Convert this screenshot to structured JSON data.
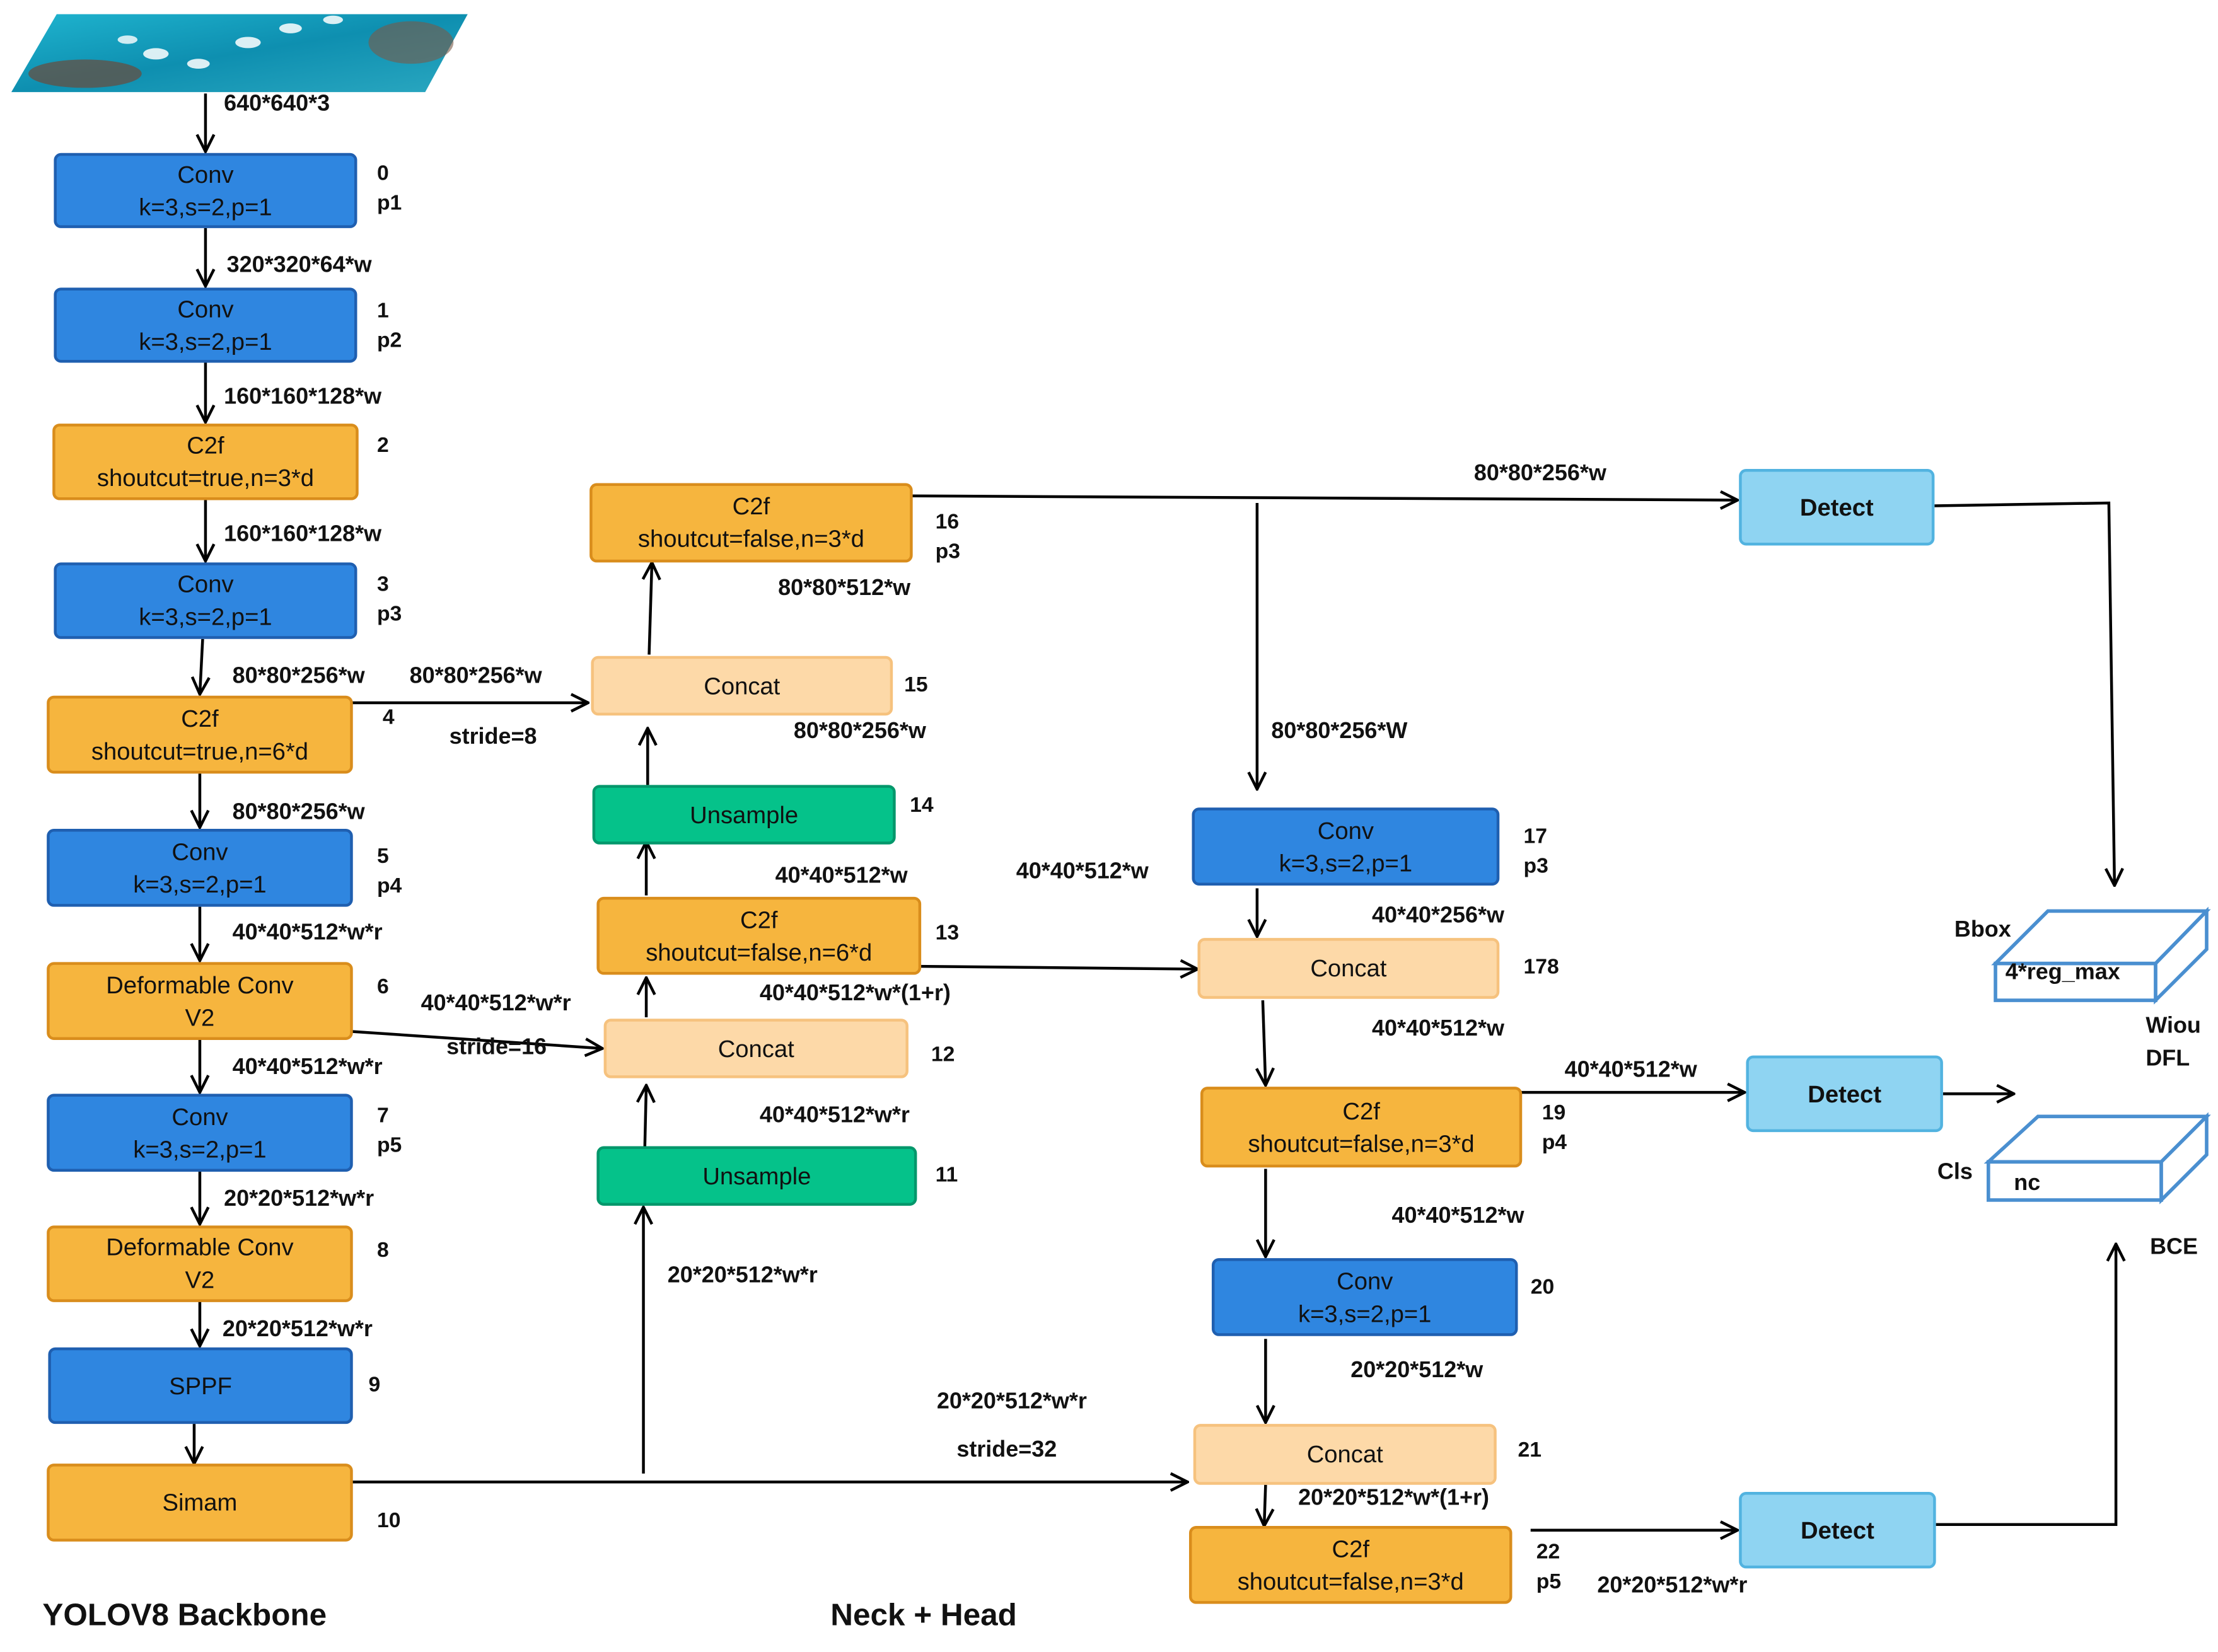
{
  "nodes": {
    "n0": {
      "name": "Conv",
      "params": "k=3,s=2,p=1",
      "index": "0",
      "level": "p1"
    },
    "n1": {
      "name": "Conv",
      "params": "k=3,s=2,p=1",
      "index": "1",
      "level": "p2"
    },
    "n2": {
      "name": "C2f",
      "params": "shoutcut=true,n=3*d",
      "index": "2"
    },
    "n3": {
      "name": "Conv",
      "params": "k=3,s=2,p=1",
      "index": "3",
      "level": "p3"
    },
    "n4": {
      "name": "C2f",
      "params": "shoutcut=true,n=6*d",
      "index": "4"
    },
    "n5": {
      "name": "Conv",
      "params": "k=3,s=2,p=1",
      "index": "5",
      "level": "p4"
    },
    "n6": {
      "name": "Deformable Conv",
      "params": "V2",
      "index": "6"
    },
    "n7": {
      "name": "Conv",
      "params": "k=3,s=2,p=1",
      "index": "7",
      "level": "p5"
    },
    "n8": {
      "name": "Deformable Conv",
      "params": "V2",
      "index": "8"
    },
    "n9": {
      "name": "SPPF",
      "index": "9"
    },
    "n10": {
      "name": "Simam",
      "index": "10"
    },
    "n11": {
      "name": "Unsample",
      "index": "11"
    },
    "n12": {
      "name": "Concat",
      "index": "12"
    },
    "n13": {
      "name": "C2f",
      "params": "shoutcut=false,n=6*d",
      "index": "13"
    },
    "n14": {
      "name": "Unsample",
      "index": "14"
    },
    "n15": {
      "name": "Concat",
      "index": "15"
    },
    "n16": {
      "name": "C2f",
      "params": "shoutcut=false,n=3*d",
      "index": "16",
      "level": "p3"
    },
    "n17": {
      "name": "Conv",
      "params": "k=3,s=2,p=1",
      "index": "17",
      "level": "p3"
    },
    "n18": {
      "name": "Concat",
      "index": "178"
    },
    "n19": {
      "name": "C2f",
      "params": "shoutcut=false,n=3*d",
      "index": "19",
      "level": "p4"
    },
    "n20": {
      "name": "Conv",
      "params": "k=3,s=2,p=1",
      "index": "20"
    },
    "n21": {
      "name": "Concat",
      "index": "21"
    },
    "n22": {
      "name": "C2f",
      "params": "shoutcut=false,n=3*d",
      "index": "22",
      "level": "p5"
    },
    "d1": {
      "name": "Detect"
    },
    "d2": {
      "name": "Detect"
    },
    "d3": {
      "name": "Detect"
    }
  },
  "edge_labels": {
    "input": "640*640*3",
    "e01": "320*320*64*w",
    "e12": "160*160*128*w",
    "e23": "160*160*128*w",
    "e34": "80*80*256*w",
    "e4_15": "80*80*256*w",
    "stride8": "stride=8",
    "e45": "80*80*256*w",
    "e56": "40*40*512*w*r",
    "e6_12": "40*40*512*w*r",
    "stride16": "stride=16",
    "e67": "40*40*512*w*r",
    "e78": "20*20*512*w*r",
    "e89": "20*20*512*w*r",
    "e10_21": "20*20*512*w*r",
    "stride32": "stride=32",
    "e10_11": "20*20*512*w*r",
    "e11_12": "40*40*512*w*r",
    "e12_13": "40*40*512*w*(1+r)",
    "e13_14": "40*40*512*w",
    "e14_15": "80*80*256*w",
    "e15_16": "80*80*512*w",
    "e16_d1": "80*80*256*w",
    "e16_17": "80*80*256*W",
    "e13_18": "40*40*512*w",
    "e17_18": "40*40*256*w",
    "e18_19": "40*40*512*w",
    "e19_d2": "40*40*512*w",
    "e19_20": "40*40*512*w",
    "e20_21": "20*20*512*w",
    "e21_22": "20*20*512*w*(1+r)",
    "e22_d3": "20*20*512*w*r"
  },
  "outputs": {
    "bbox_label": "Bbox",
    "bbox_value": "4*reg_max",
    "bbox_loss1": "Wiou",
    "bbox_loss2": "DFL",
    "cls_label": "Cls",
    "cls_value": "nc",
    "cls_loss": "BCE"
  },
  "titles": {
    "backbone": "YOLOV8 Backbone",
    "neck": "Neck + Head"
  },
  "colors": {
    "conv": "#2f86e0",
    "c2f": "#f6b53e",
    "concat": "#fdd9a8",
    "upsample": "#05c28a",
    "detect": "#8fd4f2"
  }
}
